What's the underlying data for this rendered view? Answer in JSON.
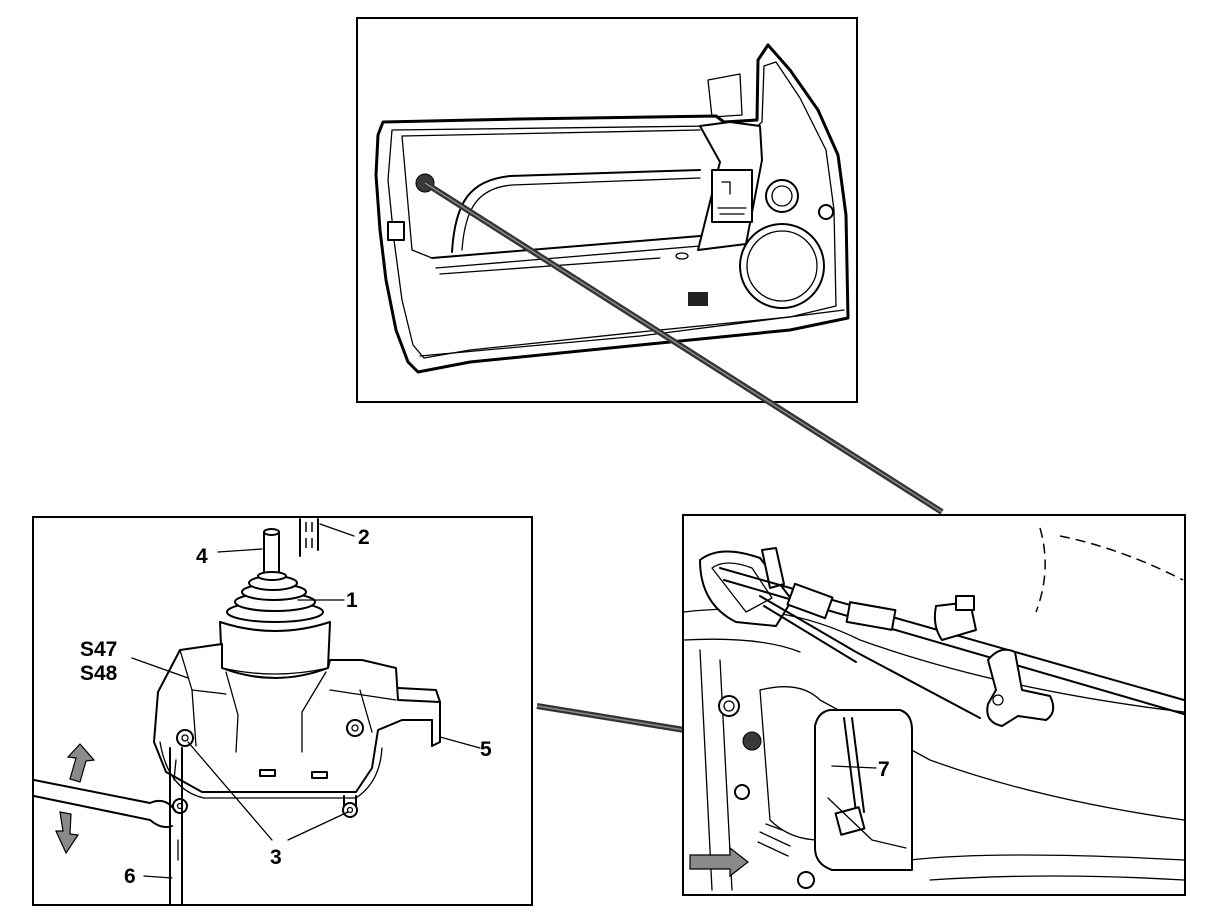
{
  "labels": {
    "part_1": "1",
    "part_2": "2",
    "part_3": "3",
    "part_4": "4",
    "part_5": "5",
    "part_6": "6",
    "part_7": "7",
    "switch_s47": "S47",
    "switch_s48": "S48"
  },
  "colors": {
    "line": "#000000",
    "connector": "#333333",
    "direction_arrow": "#8a8a8a"
  },
  "icons": {
    "movement_arrows": "double-direction-arrow-icon",
    "insert_arrow": "right-arrow-icon"
  }
}
